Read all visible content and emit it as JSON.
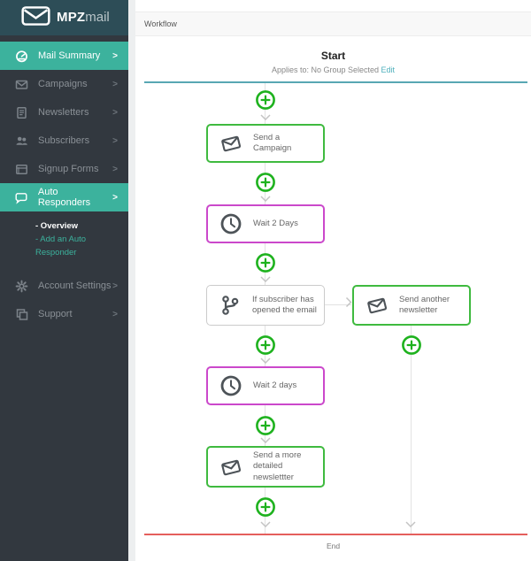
{
  "app": {
    "logo": {
      "brand_bold": "MPZ",
      "brand_light": "mail",
      "icon": "envelope-logo-icon"
    }
  },
  "sidebar": {
    "chevron": ">",
    "items": [
      {
        "label": "Mail Summary",
        "icon": "gauge-icon",
        "active": true
      },
      {
        "label": "Campaigns",
        "icon": "envelope-icon",
        "active": false
      },
      {
        "label": "Newsletters",
        "icon": "newsletter-icon",
        "active": false
      },
      {
        "label": "Subscribers",
        "icon": "users-icon",
        "active": false
      },
      {
        "label": "Signup Forms",
        "icon": "form-icon",
        "active": false
      },
      {
        "label": "Auto Responders",
        "icon": "chat-bubble-icon",
        "active": true
      },
      {
        "label": "Account Settings",
        "icon": "gear-icon",
        "active": false
      },
      {
        "label": "Support",
        "icon": "copy-icon",
        "active": false
      }
    ],
    "submenu": [
      {
        "label": "- Overview"
      },
      {
        "label": "- Add an Auto Responder"
      }
    ]
  },
  "header": {
    "title": "Workflow"
  },
  "workflow": {
    "start": {
      "title": "Start",
      "applies": "Applies to: No Group Selected",
      "edit": "Edit"
    },
    "nodes": {
      "send_campaign": {
        "label": "Send a Campaign",
        "icon": "envelope-icon",
        "border": "green"
      },
      "wait_2_days": {
        "label": "Wait 2 Days",
        "icon": "clock-icon",
        "border": "magenta"
      },
      "if_opened": {
        "label": "If subscriber has opened the email",
        "icon": "branch-icon",
        "border": "gray"
      },
      "send_another": {
        "label": "Send another newsletter",
        "icon": "envelope-icon",
        "border": "green"
      },
      "wait_2_days_b": {
        "label": "Wait 2 days",
        "icon": "clock-icon",
        "border": "magenta"
      },
      "send_detailed": {
        "label": "Send a more detailed newslettter",
        "icon": "envelope-icon",
        "border": "green"
      }
    },
    "end_label": "End"
  },
  "colors": {
    "accent_teal": "#3cb29d",
    "sidebar_bg": "#32383f",
    "logo_bg": "#2d4d57",
    "node_green": "#3fba3f",
    "node_magenta": "#cb48cb",
    "plus_green": "#1eb21e",
    "start_line": "#58a7b3",
    "end_line": "#e45f5c",
    "edit_link": "#4fb0bc"
  }
}
